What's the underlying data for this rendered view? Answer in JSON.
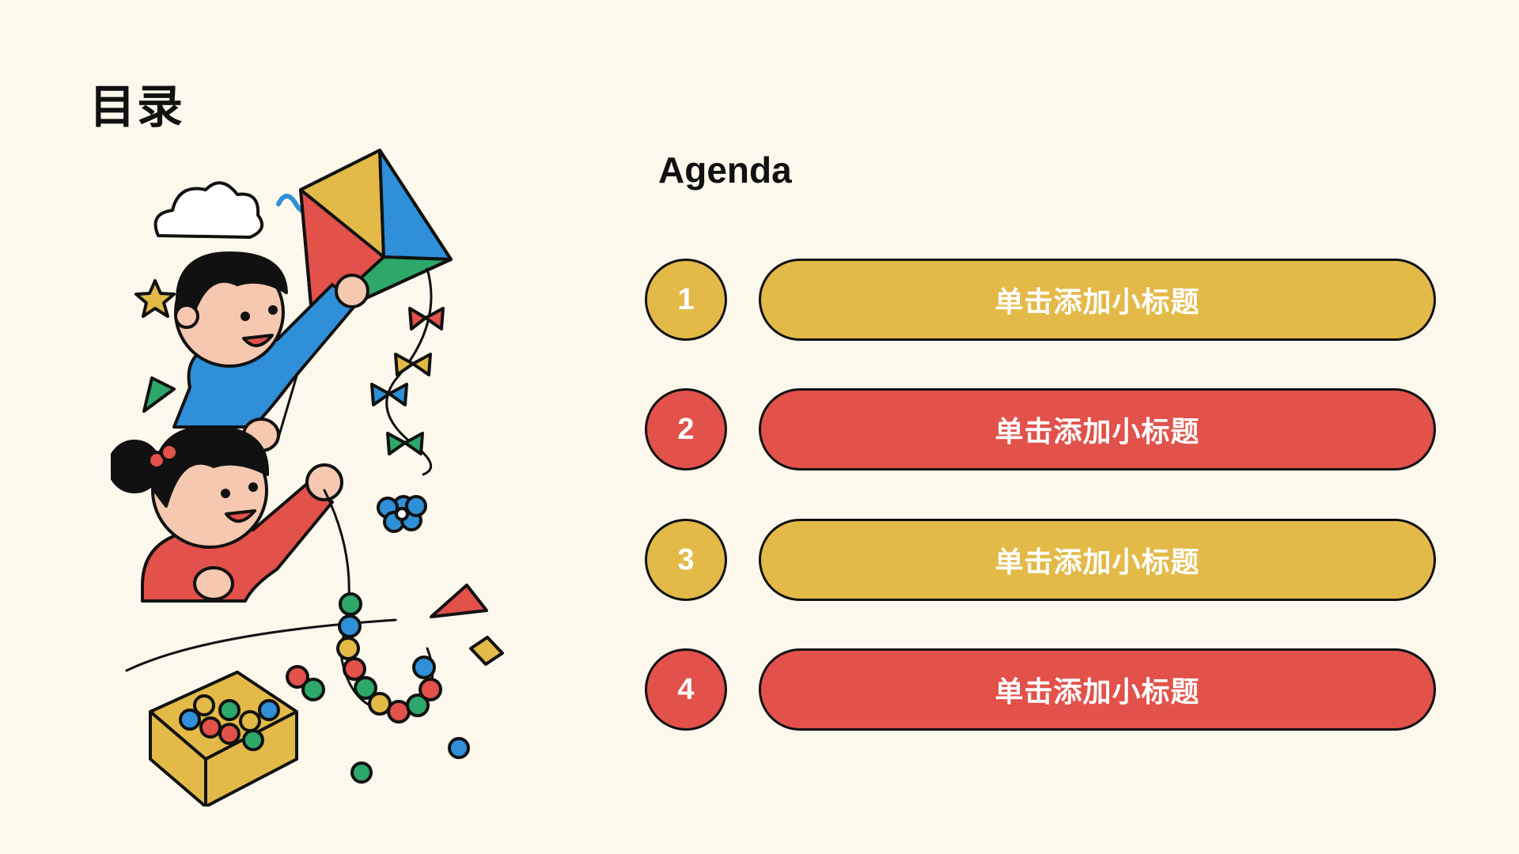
{
  "slide": {
    "title": "目录",
    "subtitle": "Agenda"
  },
  "agenda": {
    "items": [
      {
        "number": "1",
        "label": "单击添加小标题",
        "color": "#E3BA48"
      },
      {
        "number": "2",
        "label": "单击添加小标题",
        "color": "#E2514A"
      },
      {
        "number": "3",
        "label": "单击添加小标题",
        "color": "#E3BA48"
      },
      {
        "number": "4",
        "label": "单击添加小标题",
        "color": "#E2514A"
      }
    ]
  },
  "palette": {
    "background": "#FCF8EC",
    "yellow": "#E3BA48",
    "red": "#E2514A",
    "blue": "#2F8FD8",
    "green": "#2EA86A",
    "outline": "#111111"
  },
  "illustration": {
    "icons": [
      "cloud-icon",
      "squiggle-icon",
      "star-icon",
      "kite-icon",
      "boy-icon",
      "girl-icon",
      "flower-icon",
      "bead-box-icon",
      "bead-string-icon"
    ]
  }
}
